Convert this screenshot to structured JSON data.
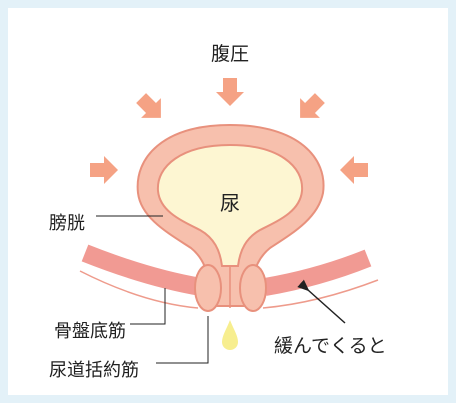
{
  "labels": {
    "abdominal_pressure": "腹圧",
    "urine": "尿",
    "bladder": "膀胱",
    "pelvic_floor_muscles": "骨盤底筋",
    "urethral_sphincter": "尿道括約筋",
    "relax": "緩んでくると"
  },
  "colors": {
    "background": "#e3f1f8",
    "panel": "#ffffff",
    "bladder_wall_fill": "#f7c0ad",
    "bladder_wall_stroke": "#e8917d",
    "urine_fill": "#fdf6d2",
    "muscle_band": "#f19a93",
    "pressure_arrow": "#f5a284",
    "urine_drop": "#f7ee8f"
  },
  "icons": {
    "pressure_arrows": "arrow-inward-icon",
    "relax_pointer": "arrow-pointer-icon"
  }
}
